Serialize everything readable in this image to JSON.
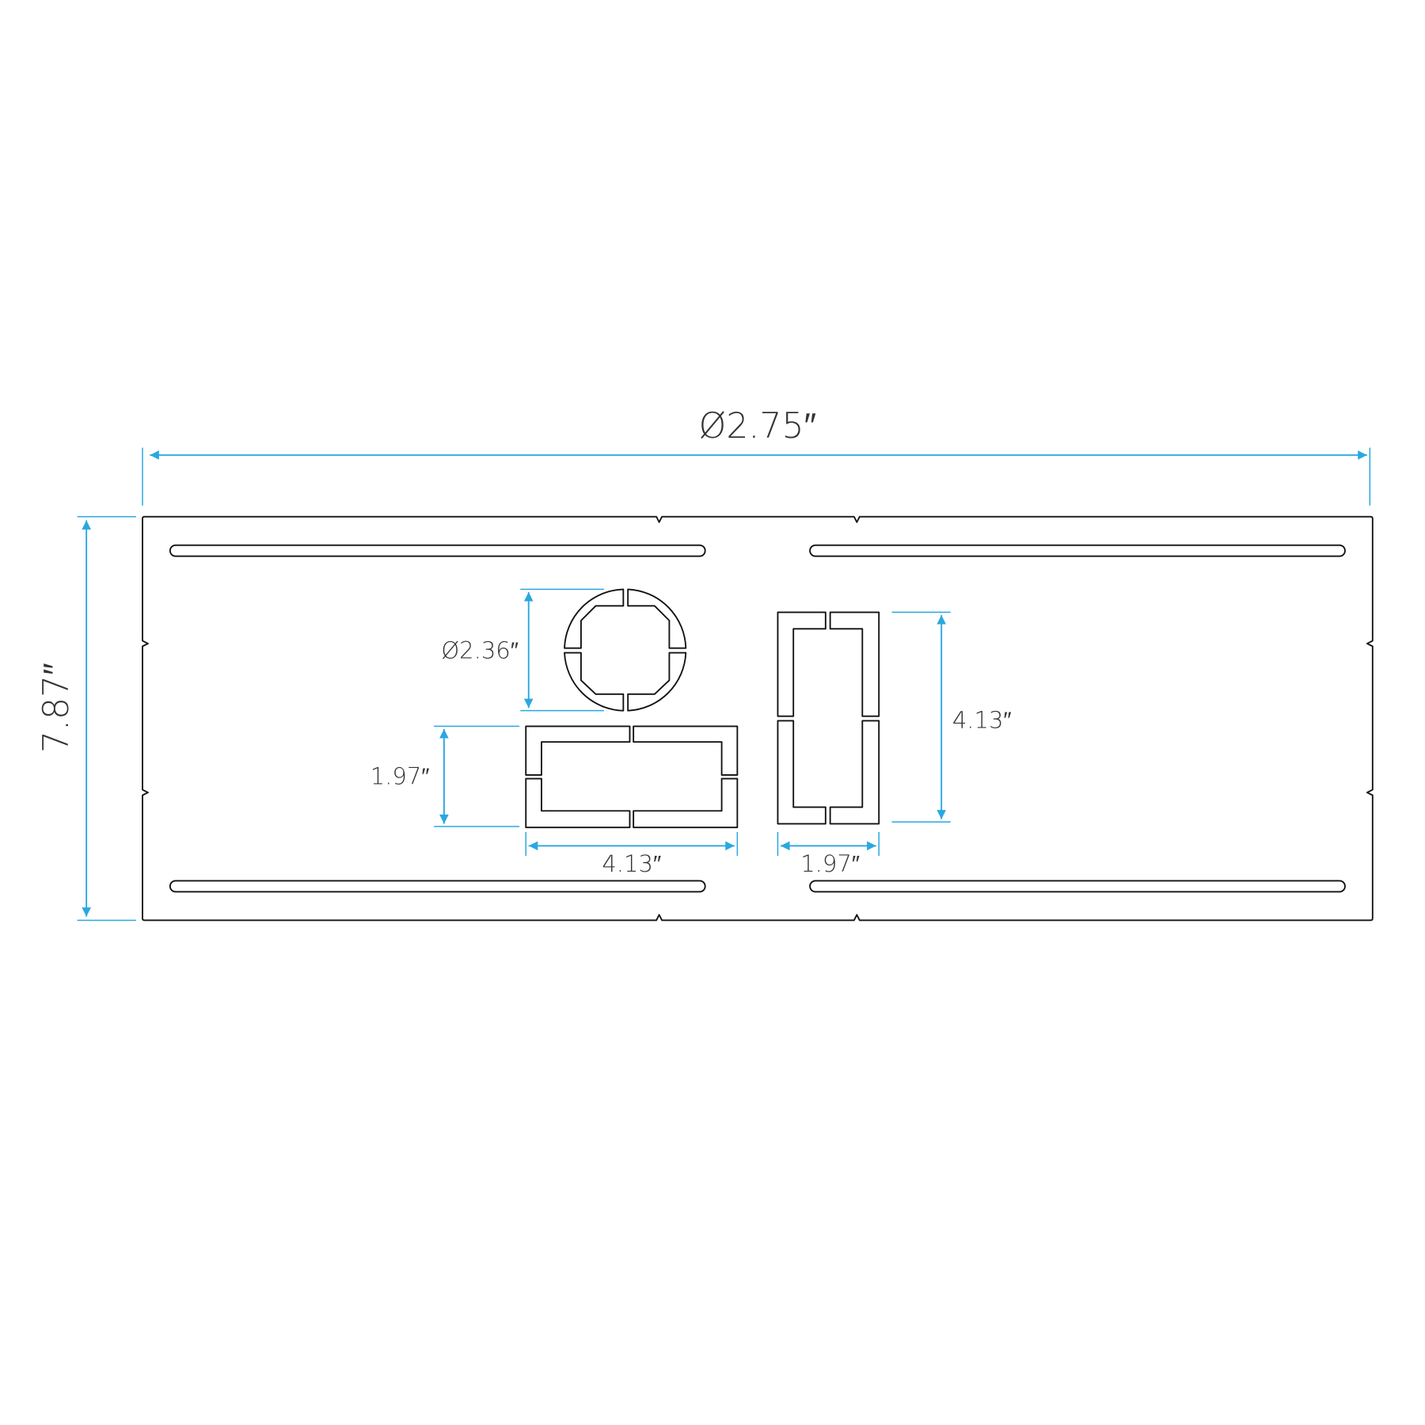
{
  "dimensions": {
    "overall_width": "Ø2.75″",
    "overall_height": "7.87″",
    "round_cutout_diameter": "Ø2.36″",
    "horizontal_rect_height": "1.97″",
    "horizontal_rect_width": "4.13″",
    "vertical_rect_height": "4.13″",
    "vertical_rect_width": "1.97″"
  },
  "colors": {
    "dimension": "#29a8e0",
    "outline": "#111111"
  }
}
